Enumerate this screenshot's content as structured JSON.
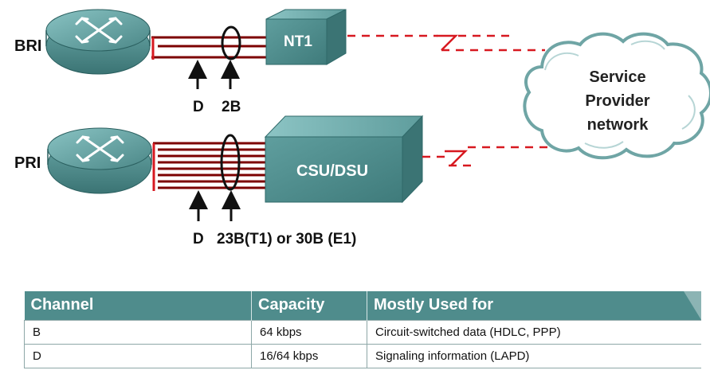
{
  "diagram": {
    "bri_label": "BRI",
    "pri_label": "PRI",
    "nt1_label": "NT1",
    "csu_label": "CSU/DSU",
    "cloud_line1": "Service",
    "cloud_line2": "Provider",
    "cloud_line3": "network",
    "bri_d_label": "D",
    "bri_b_label": "2B",
    "pri_d_label": "D",
    "pri_b_label": "23B(T1) or 30B (E1)",
    "colors": {
      "router": "#5f9e9e",
      "device": "#4f8c8c",
      "line": "#7c0000",
      "accent": "#d71920"
    }
  },
  "table": {
    "headers": [
      "Channel",
      "Capacity",
      "Mostly Used for"
    ],
    "rows": [
      {
        "channel": "B",
        "capacity": "64 kbps",
        "used_for": "Circuit-switched data (HDLC, PPP)"
      },
      {
        "channel": "D",
        "capacity": "16/64 kbps",
        "used_for": "Signaling information (LAPD)"
      }
    ],
    "header_color": "#4f8c8c"
  }
}
